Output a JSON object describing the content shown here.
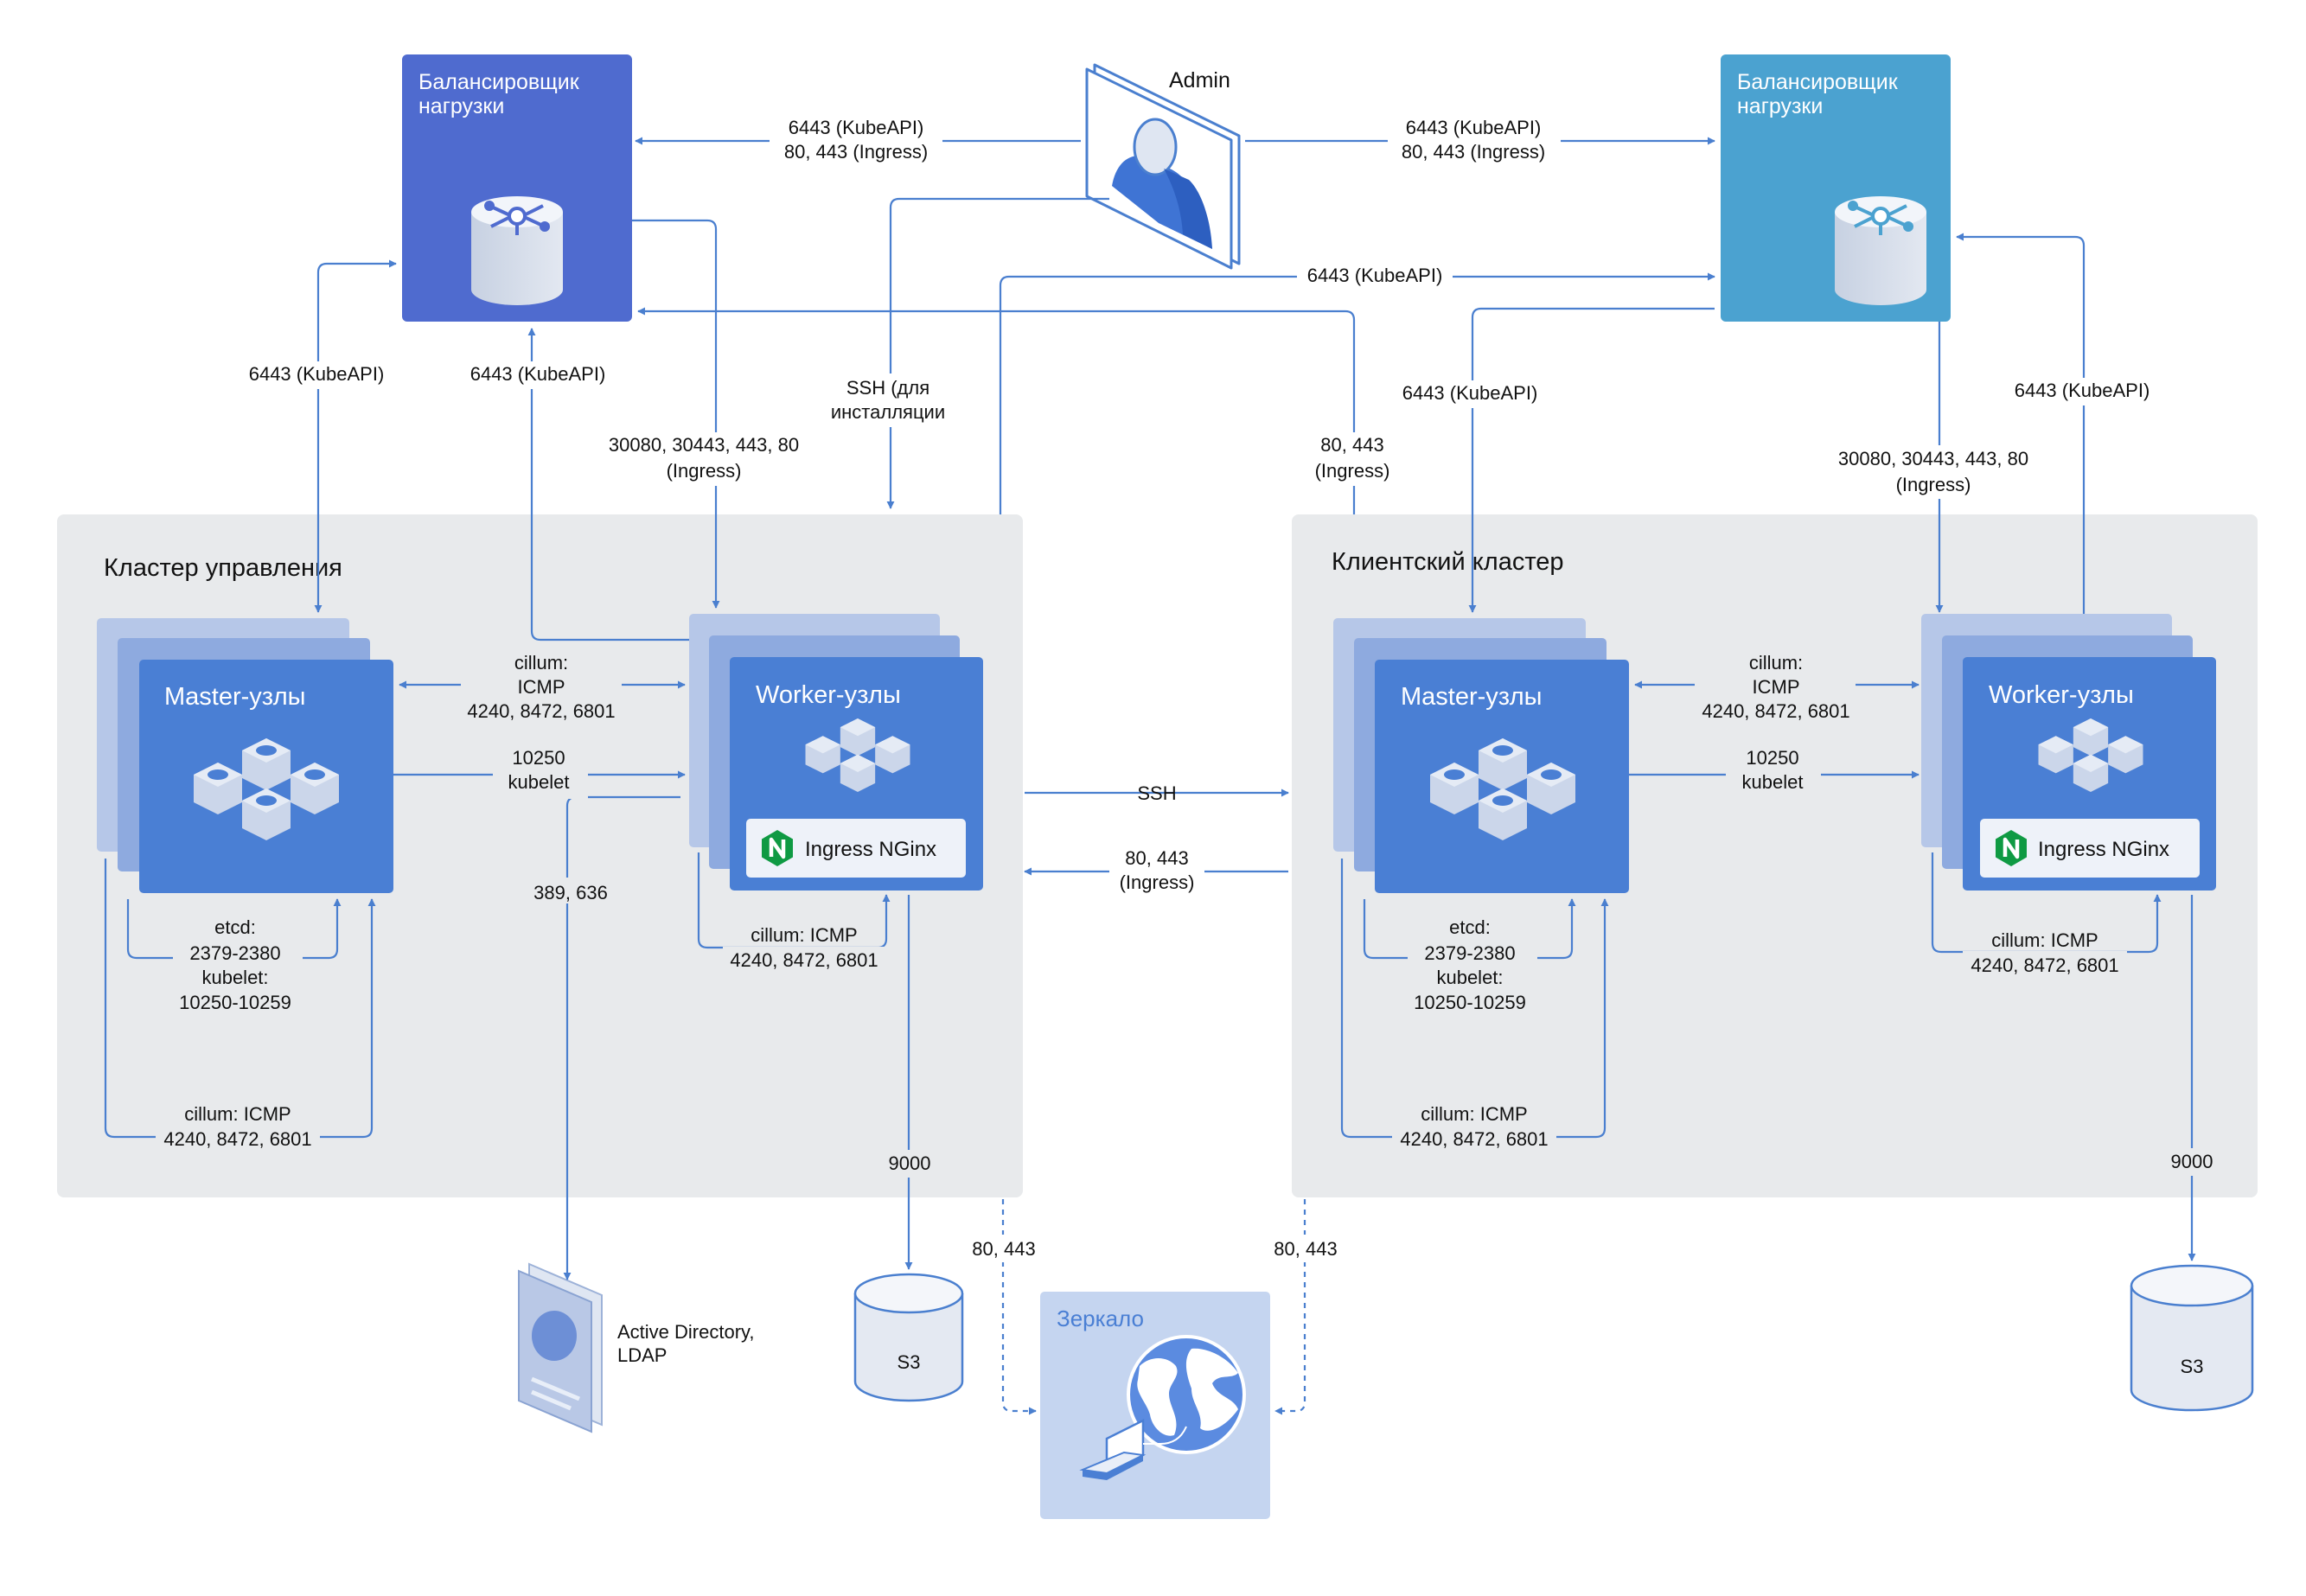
{
  "admin": {
    "label": "Admin"
  },
  "load_balancer_left": {
    "title_line1": "Балансировщик",
    "title_line2": "нагрузки"
  },
  "load_balancer_right": {
    "title_line1": "Балансировщик",
    "title_line2": "нагрузки"
  },
  "mgmt_cluster": {
    "title": "Кластер управления",
    "master": {
      "title": "Master-узлы"
    },
    "worker": {
      "title": "Worker-узлы",
      "ingress": "Ingress NGinx"
    }
  },
  "client_cluster": {
    "title": "Клиентский кластер",
    "master": {
      "title": "Master-узлы"
    },
    "worker": {
      "title": "Worker-узлы",
      "ingress": "Ingress NGinx"
    }
  },
  "ldap": {
    "line1": "Active Directory,",
    "line2": "LDAP"
  },
  "s3_left": {
    "label": "S3"
  },
  "s3_right": {
    "label": "S3"
  },
  "mirror": {
    "label": "Зеркало"
  },
  "labels": {
    "admin_lb_left_1": "6443 (KubeAPI)",
    "admin_lb_left_2": "80, 443 (Ingress)",
    "admin_lb_right_1": "6443 (KubeAPI)",
    "admin_lb_right_2": "80, 443 (Ingress)",
    "ssh_install_1": "SSH (для",
    "ssh_install_2": "инсталляции",
    "mid_kubeapi": "6443 (KubeAPI)",
    "left_master_kubeapi": "6443 (KubeAPI)",
    "left_worker_kubeapi": "6443 (KubeAPI)",
    "left_ingress_1": "30080, 30443, 443, 80",
    "left_ingress_2": "(Ingress)",
    "cross_ingress_1": "80, 443",
    "cross_ingress_2": "(Ingress)",
    "right_master_kubeapi": "6443 (KubeAPI)",
    "right_worker_kubeapi": "6443 (KubeAPI)",
    "right_ingress_1": "30080, 30443, 443, 80",
    "right_ingress_2": "(Ingress)",
    "l_cillum_1": "cillum:",
    "l_cillum_2": "ICMP",
    "l_cillum_3": "4240, 8472, 6801",
    "l_kubelet_1": "10250",
    "l_kubelet_2": "kubelet",
    "ldap_ports": "389, 636",
    "l_etcd_1": "etcd:",
    "l_etcd_2": "2379-2380",
    "l_etcd_3": "kubelet:",
    "l_etcd_4": "10250-10259",
    "l_m_cillum_1": "cillum: ICMP",
    "l_m_cillum_2": "4240, 8472, 6801",
    "l_w_cillum_1": "cillum: ICMP",
    "l_w_cillum_2": "4240, 8472, 6801",
    "l_9000": "9000",
    "ssh": "SSH",
    "ingress_back_1": "80, 443",
    "ingress_back_2": "(Ingress)",
    "r_cillum_1": "cillum:",
    "r_cillum_2": "ICMP",
    "r_cillum_3": "4240, 8472, 6801",
    "r_kubelet_1": "10250",
    "r_kubelet_2": "kubelet",
    "r_etcd_1": "etcd:",
    "r_etcd_2": "2379-2380",
    "r_etcd_3": "kubelet:",
    "r_etcd_4": "10250-10259",
    "r_m_cillum_1": "cillum: ICMP",
    "r_m_cillum_2": "4240, 8472, 6801",
    "r_w_cillum_1": "cillum: ICMP",
    "r_w_cillum_2": "4240, 8472, 6801",
    "r_9000": "9000",
    "mirror_left": "80, 443",
    "mirror_right": "80, 443"
  },
  "colors": {
    "lb_left": "#4f6bcf",
    "lb_right": "#4ba2d0",
    "cluster_bg": "#e8eaec",
    "node_front": "#4a7fd4",
    "node_back": "#b6c7e8",
    "node_mid": "#8eaadf",
    "connector": "#4a7fcf",
    "mirror_bg": "#c5d5f0",
    "nginx_green": "#0f9a43"
  }
}
